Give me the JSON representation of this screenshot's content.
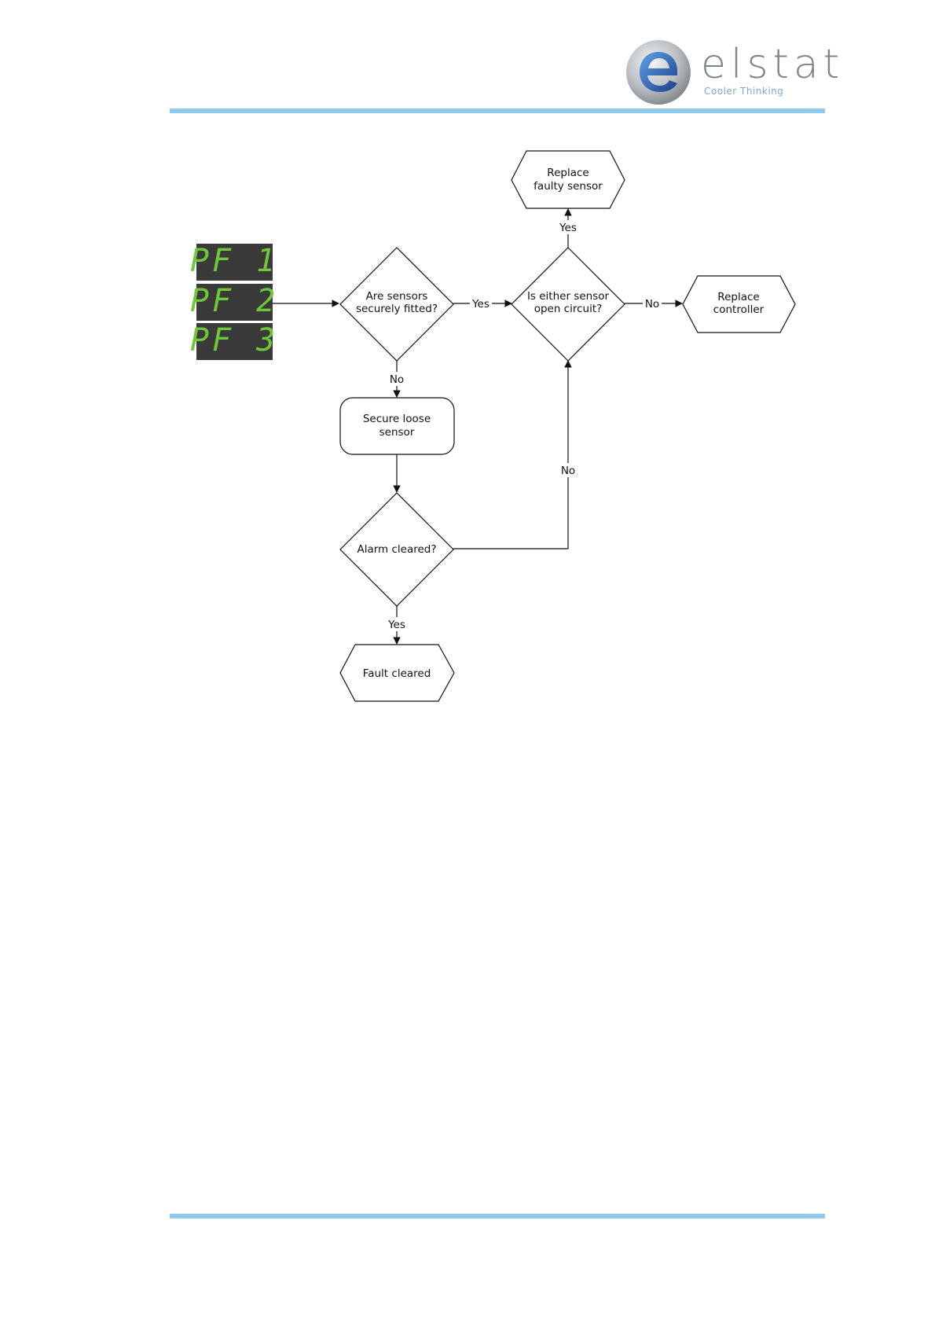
{
  "brand": {
    "name": "elstat",
    "tagline": "Cooler Thinking",
    "colors": {
      "accent": "#8ec9ef",
      "logo_blue": "#2a5bb0",
      "logo_grey": "#9aa0a6"
    }
  },
  "displays": [
    "PF 1",
    "PF 2",
    "PF 3"
  ],
  "display_colors": {
    "panel": "#3a3a3a",
    "segment": "#6fc83a"
  },
  "nodes": {
    "sensors_fitted": {
      "line1": "Are sensors",
      "line2": "securely fitted?"
    },
    "open_circuit": {
      "line1": "Is either sensor",
      "line2": "open circuit?"
    },
    "replace_sensor": {
      "line1": "Replace",
      "line2": "faulty sensor"
    },
    "replace_controller": {
      "line1": "Replace",
      "line2": "controller"
    },
    "secure_loose": {
      "line1": "Secure loose",
      "line2": "sensor"
    },
    "alarm_cleared": {
      "line1": "Alarm cleared?"
    },
    "fault_cleared": {
      "line1": "Fault cleared"
    }
  },
  "edges": {
    "fitted_yes": "Yes",
    "fitted_no": "No",
    "open_yes": "Yes",
    "open_no": "No",
    "alarm_no": "No",
    "alarm_yes": "Yes"
  }
}
